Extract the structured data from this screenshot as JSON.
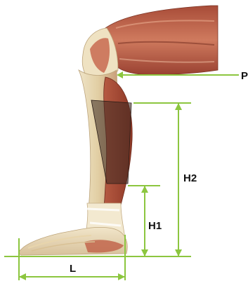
{
  "labels": {
    "p": "P",
    "h2": "H2",
    "h1": "H1",
    "l": "L"
  },
  "colors": {
    "measure_line": "#8cc63f",
    "label_text": "#111111",
    "muscle_dark": "#8a3a2a",
    "muscle_mid": "#b85a44",
    "muscle_light": "#d98a6e",
    "tendon": "#efe3c6",
    "calf_overlay": "#3d2a22"
  }
}
